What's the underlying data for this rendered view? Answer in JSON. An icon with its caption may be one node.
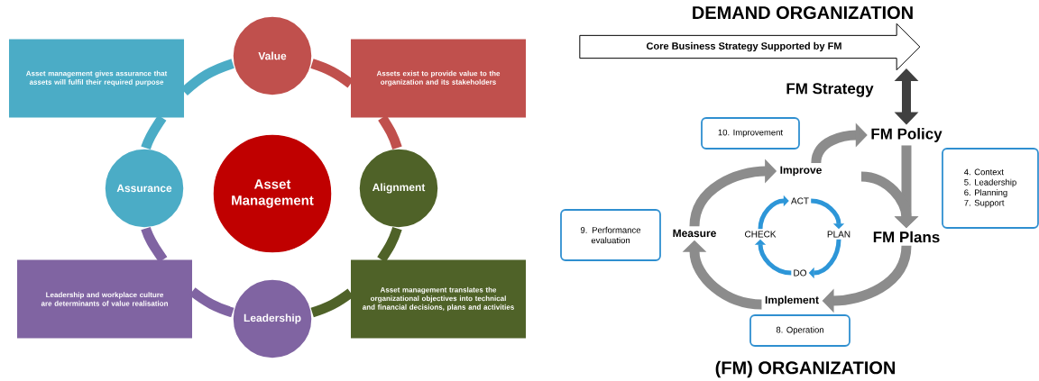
{
  "diagram": {
    "nodes": [
      {
        "text": [
          "Asset Management"
        ]
      },
      {
        "text": [
          "Value"
        ]
      },
      {
        "text": [
          "Alignment"
        ]
      },
      {
        "text": [
          "Leadership"
        ]
      },
      {
        "text": [
          "Assurance"
        ]
      },
      {
        "text": [
          "Asset management gives assurance that assets will fulfil their required purpose"
        ]
      },
      {
        "text": [
          "Assets exist to provide value to the organization and its stakeholders"
        ]
      },
      {
        "text": [
          "Leadership and workplace culture are determinants of value realisation"
        ]
      },
      {
        "text": [
          "Asset management translates the organizational objectives into technical and financial decisions, plans and activities"
        ]
      },
      {
        "text": [
          "Core Business Strategy Supported by FM"
        ]
      },
      {
        "text": [
          "FM Strategy"
        ]
      },
      {
        "text": [
          "FM Policy"
        ]
      },
      {
        "text": [
          "FM Plans"
        ]
      },
      {
        "text": [
          "Implement"
        ]
      },
      {
        "text": [
          "Measure"
        ]
      },
      {
        "text": [
          "Improve"
        ]
      },
      {
        "text": [
          "ACT"
        ]
      },
      {
        "text": [
          "PLAN"
        ]
      },
      {
        "text": [
          "DO"
        ]
      },
      {
        "text": [
          "CHECK"
        ]
      },
      {
        "text": [
          "10. Improvement"
        ]
      },
      {
        "text": [
          "4. Context",
          "5. Leadership",
          "6. Planning",
          "7. Support"
        ]
      },
      {
        "text": [
          "9. Performance evaluation"
        ]
      },
      {
        "text": [
          "8. Operation"
        ]
      }
    ],
    "edges": [
      {
        "from": 1,
        "to": 6,
        "arrow": "none",
        "color": "#c0504d"
      },
      {
        "from": 6,
        "to": 2,
        "arrow": "none",
        "color": "#c0504d"
      },
      {
        "from": 2,
        "to": 8,
        "arrow": "none",
        "color": "#4f6228"
      },
      {
        "from": 8,
        "to": 3,
        "arrow": "none",
        "color": "#4f6228"
      },
      {
        "from": 3,
        "to": 7,
        "arrow": "none",
        "color": "#8064a2"
      },
      {
        "from": 7,
        "to": 4,
        "arrow": "none",
        "color": "#8064a2"
      },
      {
        "from": 4,
        "to": 5,
        "arrow": "none",
        "color": "#4bacc6"
      },
      {
        "from": 5,
        "to": 1,
        "arrow": "none",
        "color": "#4bacc6"
      },
      {
        "from": 9,
        "to": 11,
        "arrow": "both",
        "color": "#404040"
      },
      {
        "from": 15,
        "to": 11,
        "arrow": "to"
      },
      {
        "from": 11,
        "to": 12,
        "arrow": "to"
      },
      {
        "from": null,
        "to": 12,
        "arrow": "to"
      },
      {
        "from": 12,
        "to": 13,
        "arrow": "to"
      },
      {
        "from": 13,
        "to": 14,
        "arrow": "to"
      },
      {
        "from": 14,
        "to": 15,
        "arrow": "to"
      },
      {
        "from": 16,
        "to": 17,
        "arrow": "to",
        "color": "#2d96d8"
      },
      {
        "from": 17,
        "to": 18,
        "arrow": "to",
        "color": "#2d96d8"
      },
      {
        "from": 18,
        "to": 19,
        "arrow": "to",
        "color": "#2d96d8"
      },
      {
        "from": 19,
        "to": 16,
        "arrow": "to",
        "color": "#2d96d8"
      }
    ],
    "labels": [
      "DEMAND ORGANIZATION",
      "(FM) ORGANIZATION"
    ]
  }
}
